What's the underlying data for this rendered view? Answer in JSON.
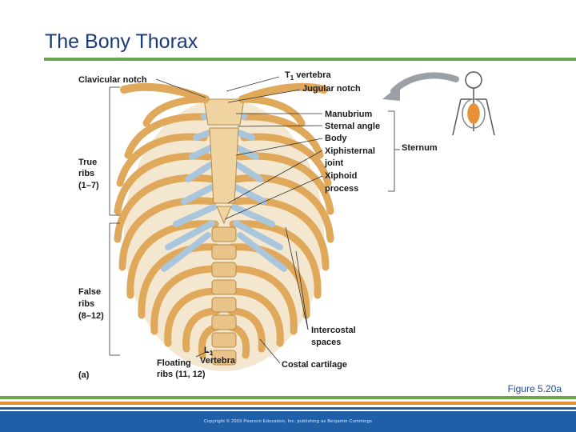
{
  "title": "The Bony Thorax",
  "figure_caption": "Figure 5.20a",
  "copyright": "Copyright © 2003 Pearson Education, Inc. publishing as Benjamin Cummings",
  "colors": {
    "title": "#1a3a7a",
    "accent_green": "#6aa84f",
    "accent_orange": "#e69138",
    "accent_blue": "#1f5fa8",
    "bone": "#e8b86a",
    "cartilage": "#a9c6dc"
  },
  "labels": {
    "clavicular_notch": "Clavicular notch",
    "t1_vertebra": "T",
    "t1_sub": "1",
    "t1_rest": " vertebra",
    "jugular_notch": "Jugular notch",
    "manubrium": "Manubrium",
    "sternal_angle": "Sternal angle",
    "body": "Body",
    "xiphisternal": "Xiphisternal",
    "joint": "joint",
    "xiphoid": "Xiphoid",
    "process": "process",
    "sternum": "Sternum",
    "true_ribs_1": "True",
    "true_ribs_2": "ribs",
    "true_ribs_3": "(1–7)",
    "false_ribs_1": "False",
    "false_ribs_2": "ribs",
    "false_ribs_3": "(8–12)",
    "intercostal_1": "Intercostal",
    "intercostal_2": "spaces",
    "l1": "L",
    "l1_sub": "1",
    "vertebra": "Vertebra",
    "floating_1": "Floating",
    "floating_2": "ribs (11, 12)",
    "costal_cartilage": "Costal cartilage",
    "panel": "(a)"
  },
  "icons": [
    "skeleton-thumbnail-icon",
    "curved-arrow-icon"
  ]
}
